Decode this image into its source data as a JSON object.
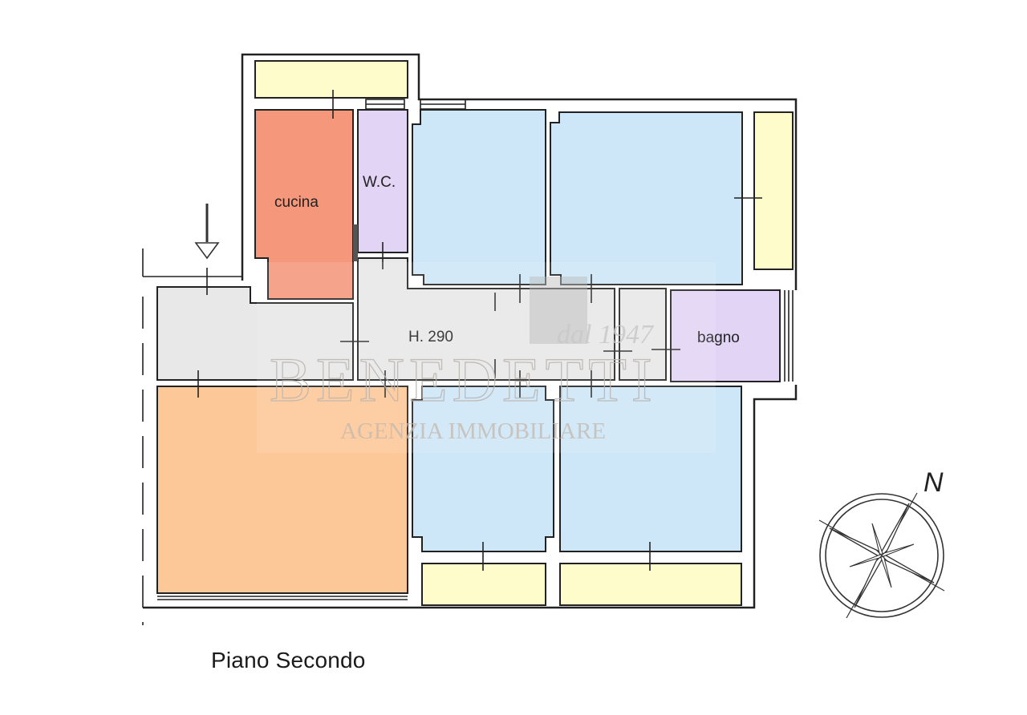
{
  "plan": {
    "title": "Piano Secondo",
    "ceiling_height": "H. 290",
    "rooms": [
      {
        "id": "cucina",
        "label": "cucina",
        "color": "#f4977a"
      },
      {
        "id": "wc",
        "label": "W.C.",
        "color": "#e2d4f4"
      },
      {
        "id": "bagno",
        "label": "bagno",
        "color": "#e2d4f4"
      },
      {
        "id": "bedroom-north-1",
        "label": "",
        "color": "#cde6f8"
      },
      {
        "id": "bedroom-north-2",
        "label": "",
        "color": "#cde6f8"
      },
      {
        "id": "bedroom-south-1",
        "label": "",
        "color": "#cde6f8"
      },
      {
        "id": "bedroom-south-2",
        "label": "",
        "color": "#cde6f8"
      },
      {
        "id": "living-room",
        "label": "",
        "color": "#fdc897"
      },
      {
        "id": "corridor",
        "label": "H. 290",
        "color": "#e8e8e8"
      },
      {
        "id": "balcony",
        "label": "",
        "color": "#fdfcca"
      }
    ],
    "compass": {
      "label": "N"
    },
    "entrance_marker": "arrow-down"
  },
  "watermark": {
    "brand": "BENEDETTI",
    "tagline": "AGENZIA IMMOBILIARE",
    "since": "dal 1947"
  },
  "colors": {
    "wall": "#222222",
    "kitchen": "#f4977a",
    "bath": "#e2d4f4",
    "bedroom": "#cde6f8",
    "living": "#fdc897",
    "corridor": "#e8e8e8",
    "balcony": "#fdfcca"
  }
}
